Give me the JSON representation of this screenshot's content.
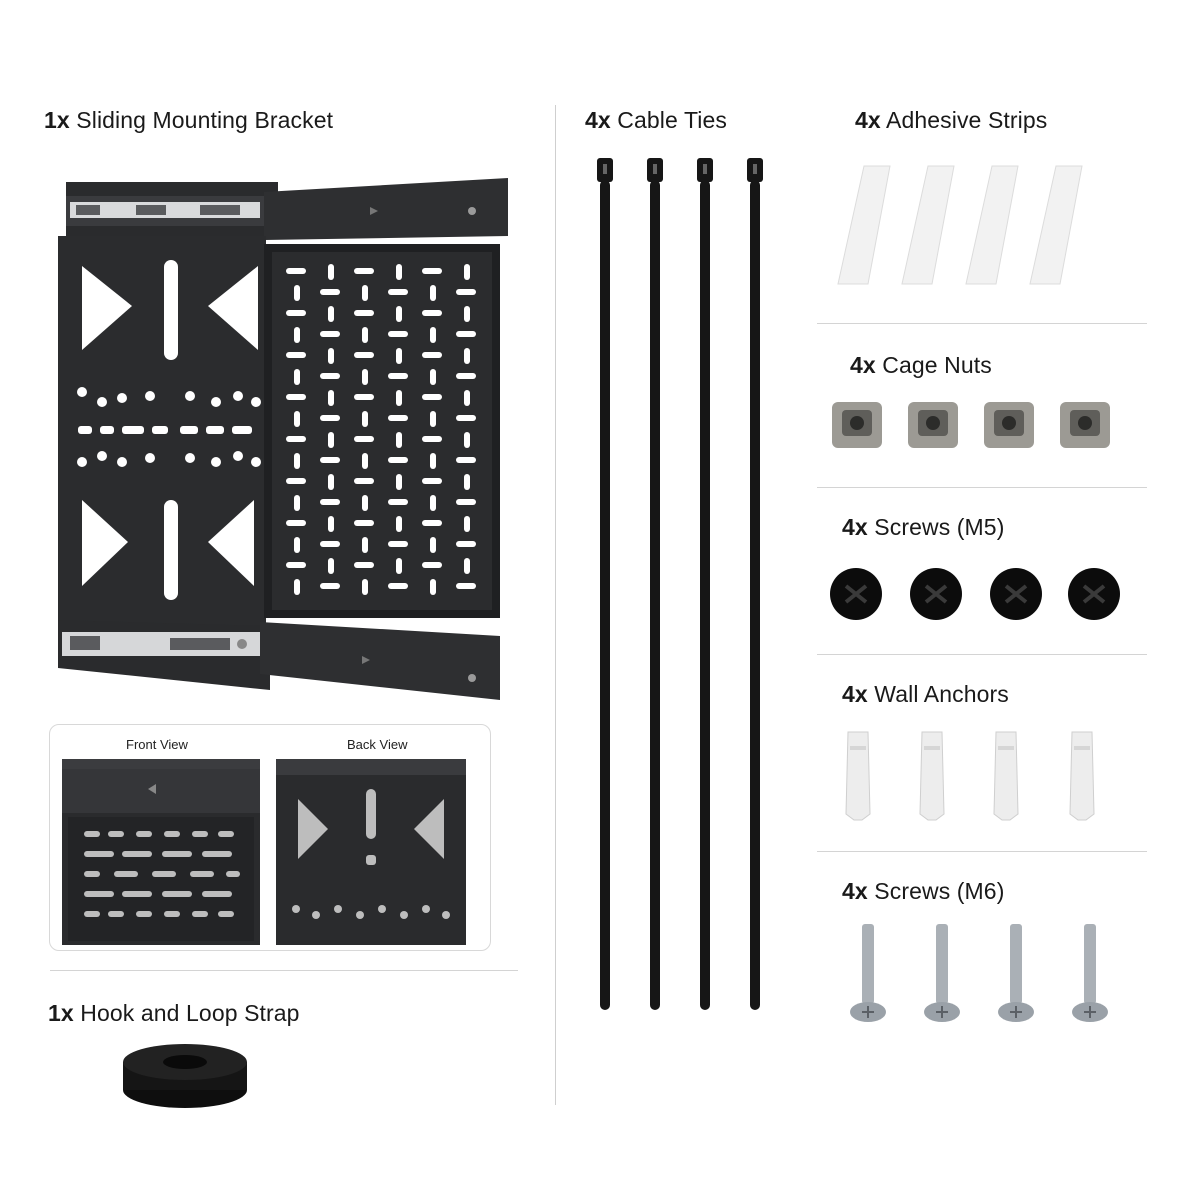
{
  "items": {
    "bracket": {
      "qty": "1x",
      "name": "Sliding Mounting Bracket"
    },
    "strap": {
      "qty": "1x",
      "name": "Hook and Loop Strap"
    },
    "ties": {
      "qty": "4x",
      "name": "Cable Ties"
    },
    "strips": {
      "qty": "4x",
      "name": "Adhesive Strips"
    },
    "cagenuts": {
      "qty": "4x",
      "name": "Cage Nuts"
    },
    "screws_m5": {
      "qty": "4x",
      "name": "Screws (M5)"
    },
    "anchors": {
      "qty": "4x",
      "name": "Wall Anchors"
    },
    "screws_m6": {
      "qty": "4x",
      "name": "Screws (M6)"
    }
  },
  "views": {
    "front": "Front View",
    "back": "Back View"
  },
  "colors": {
    "metal": "#2a2b2d",
    "tie": "#161616",
    "strip": "#f4f4f4",
    "nut": "#9c9a94",
    "zinc": "#aab0b6",
    "anchor": "#ededed"
  }
}
